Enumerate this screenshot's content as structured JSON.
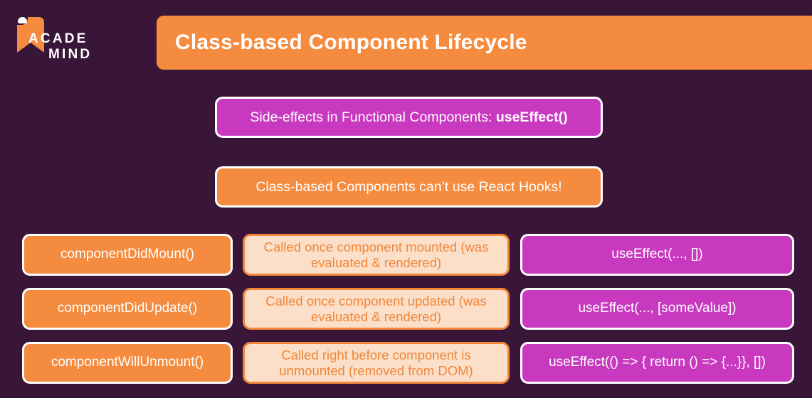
{
  "logo": {
    "name": "academind-logo",
    "line1": "ACADE",
    "line2": "MIND"
  },
  "header": {
    "title": "Class-based Component Lifecycle"
  },
  "callouts": [
    {
      "id": "side-effects-callout",
      "text_prefix": "Side-effects in Functional Components: ",
      "text_bold": "useEffect()",
      "bg": "#C839C0",
      "border": "#FFFFFF"
    },
    {
      "id": "no-hooks-callout",
      "text_prefix": "Class-based Components can’t use React Hooks!",
      "text_bold": "",
      "bg": "#F58B3E",
      "border": "#FFFFFF"
    }
  ],
  "lifecycle_rows": [
    {
      "method": "componentDidMount()",
      "description": "Called once component mounted (was evaluated & rendered)",
      "hook": "useEffect(..., [])"
    },
    {
      "method": "componentDidUpdate()",
      "description": "Called once component updated (was evaluated & rendered)",
      "hook": "useEffect(..., [someValue])"
    },
    {
      "method": "componentWillUnmount()",
      "description": "Called right before component is unmounted (removed from DOM)",
      "hook": "useEffect(() => { return () => {...}}, [])"
    }
  ],
  "colors": {
    "background": "#391638",
    "orange": "#F58B3E",
    "magenta": "#C839C0",
    "peach": "#FBDFC9",
    "peach_text": "#F0873A",
    "white": "#FFFFFF"
  }
}
